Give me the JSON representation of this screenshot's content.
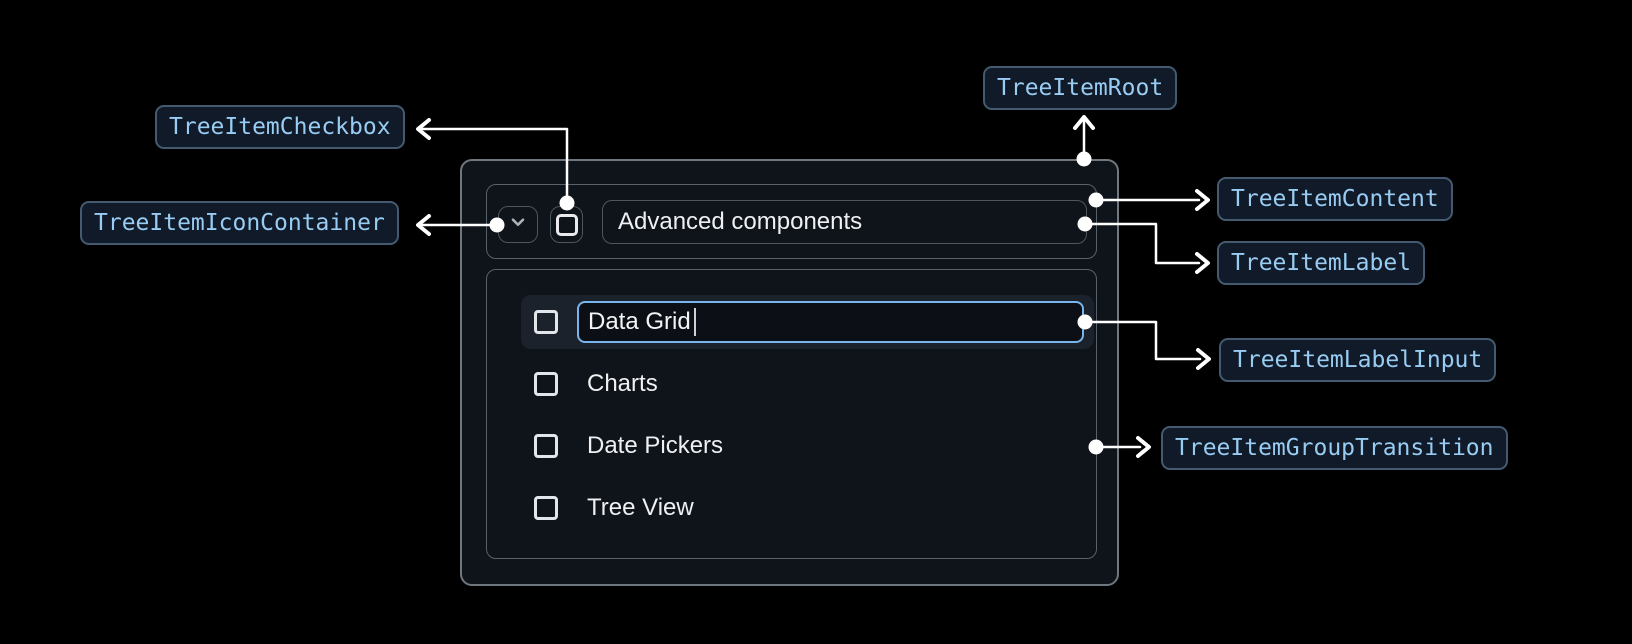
{
  "figure": {
    "annotations": {
      "root": "TreeItemRoot",
      "checkbox": "TreeItemCheckbox",
      "icon_container": "TreeItemIconContainer",
      "content": "TreeItemContent",
      "label": "TreeItemLabel",
      "label_input": "TreeItemLabelInput",
      "group_transition": "TreeItemGroupTransition"
    }
  },
  "tree_view": {
    "parent": {
      "label": "Advanced components",
      "expanded": true,
      "checked": false
    },
    "label_input": {
      "value": "Data Grid",
      "caret_visible": true
    },
    "children": [
      {
        "label": "Charts",
        "checked": false
      },
      {
        "label": "Date Pickers",
        "checked": false
      },
      {
        "label": "Tree View",
        "checked": false
      }
    ]
  },
  "icons": {
    "expand": "chevron-down-icon",
    "checkbox_unchecked": "checkbox-unchecked-icon"
  },
  "colors": {
    "page_bg": "#000000",
    "surface_bg": "#0f131a",
    "outer_border": "#70787f",
    "inner_border": "#59616a",
    "control_border": "#4d555d",
    "selected_row_bg": "#1b222c",
    "input_focus_border": "#77b5ec",
    "text_primary": "#eef0f2",
    "annotation_bg": "#101a28",
    "annotation_border": "#435a70",
    "annotation_text": "#99ccf3",
    "connector": "#ffffff"
  }
}
